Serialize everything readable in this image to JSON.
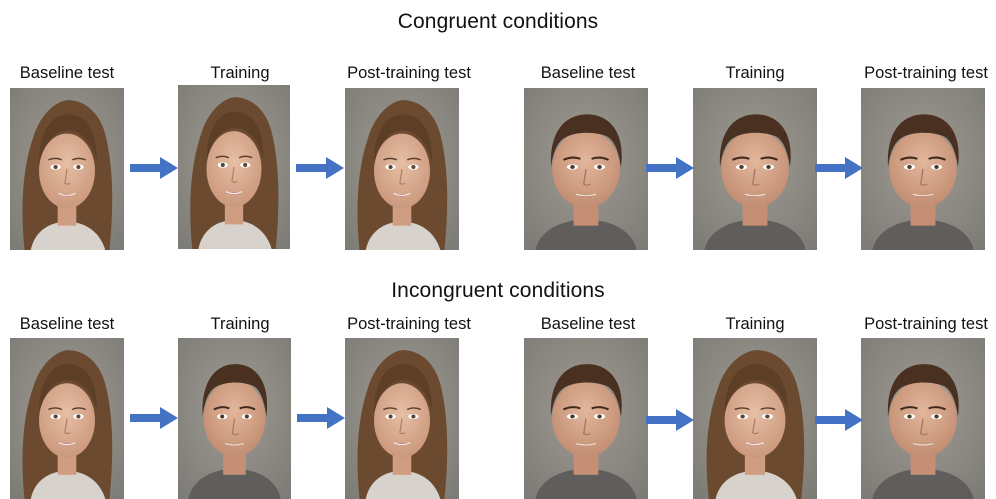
{
  "congruent": {
    "title": "Congruent conditions",
    "panels": [
      {
        "label": "Baseline test",
        "face": "female"
      },
      {
        "label": "Training",
        "face": "female"
      },
      {
        "label": "Post-training test",
        "face": "female"
      },
      {
        "label": "Baseline test",
        "face": "male"
      },
      {
        "label": "Training",
        "face": "male"
      },
      {
        "label": "Post-training test",
        "face": "male"
      }
    ]
  },
  "incongruent": {
    "title": "Incongruent conditions",
    "panels": [
      {
        "label": "Baseline test",
        "face": "female"
      },
      {
        "label": "Training",
        "face": "male"
      },
      {
        "label": "Post-training test",
        "face": "female"
      },
      {
        "label": "Baseline test",
        "face": "male"
      },
      {
        "label": "Training",
        "face": "female"
      },
      {
        "label": "Post-training test",
        "face": "male"
      }
    ]
  },
  "colors": {
    "arrow": "#4472c4",
    "photo_bg": "#8f8d86"
  }
}
